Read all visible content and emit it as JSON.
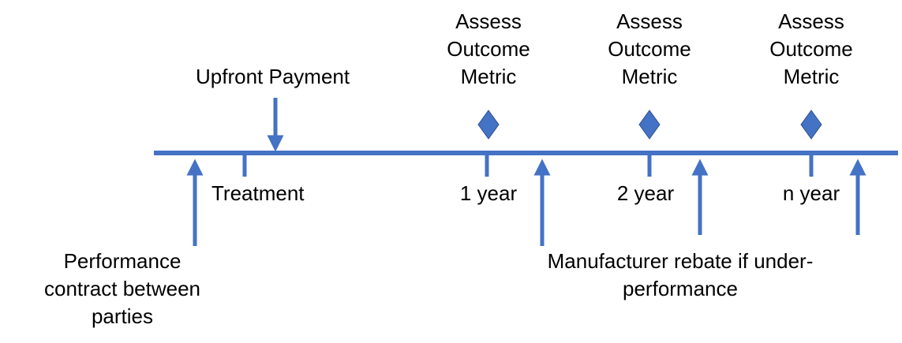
{
  "colors": {
    "timeline": "#4472C4",
    "text": "#000000",
    "background": "#ffffff"
  },
  "labels": {
    "upfront_payment": "Upfront Payment",
    "treatment": "Treatment",
    "performance_contract": [
      "Performance",
      "contract between",
      "parties"
    ],
    "rebate": [
      "Manufacturer rebate if under-",
      "performance"
    ],
    "years": [
      "1 year",
      "2 year",
      "n year"
    ],
    "assess": [
      "Assess",
      "Outcome",
      "Metric"
    ]
  },
  "icons": {
    "milestone": "diamond-icon",
    "arrow": "arrow-icon"
  }
}
